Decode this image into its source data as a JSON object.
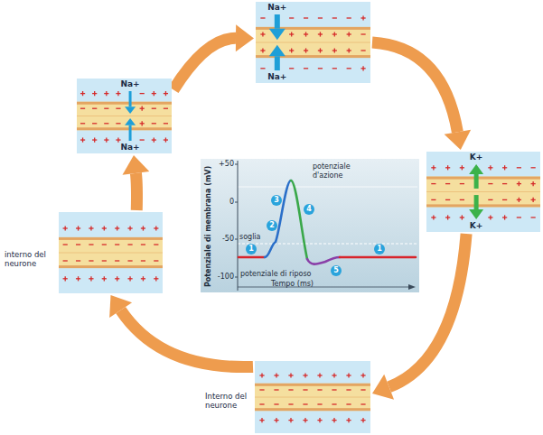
{
  "diagram": {
    "nodes": [
      {
        "text": [
          "Na+",
          "Na+"
        ]
      },
      {
        "text": [
          "Na+",
          "Na+"
        ]
      },
      {
        "text": [
          "K+",
          "K+"
        ]
      },
      {
        "text": [
          "interno del neurone"
        ]
      },
      {
        "text": [
          "Interno del neurone"
        ]
      }
    ],
    "edges": [
      {
        "from": 3,
        "to": 1,
        "arrow": "to"
      },
      {
        "from": 1,
        "to": 0,
        "arrow": "to"
      },
      {
        "from": 0,
        "to": 2,
        "arrow": "to"
      },
      {
        "from": 2,
        "to": 4,
        "arrow": "to"
      },
      {
        "from": 4,
        "to": 3,
        "arrow": "to"
      }
    ],
    "labels": [
      "+50",
      "0",
      "-50",
      "-100",
      "potenziale d'azione",
      "soglia",
      "potenziale di riposo",
      "Potenziale di membrana (mV)",
      "Tempo (ms)",
      "1",
      "2",
      "3",
      "4",
      "5",
      "1"
    ]
  }
}
